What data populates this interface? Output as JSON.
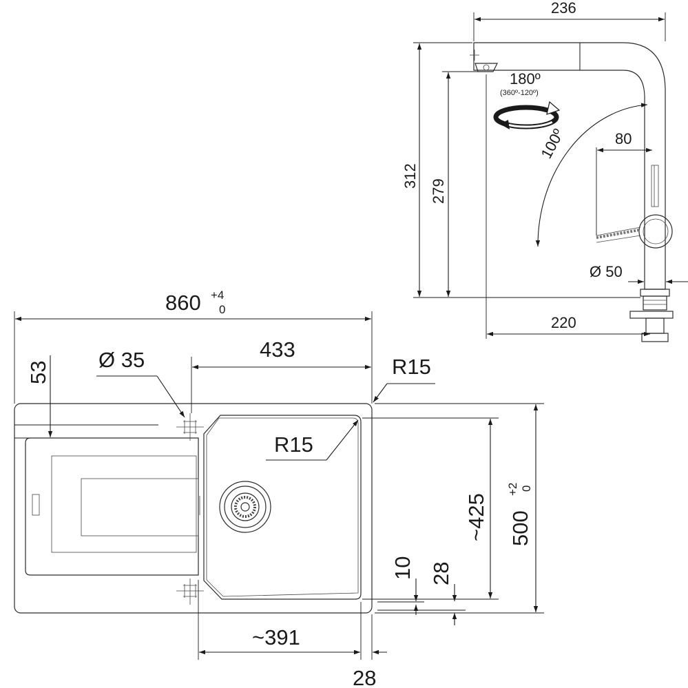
{
  "sink": {
    "overall_width": "860",
    "overall_width_tol_upper": "+4",
    "overall_width_tol_lower": "0",
    "bowl_width": "433",
    "tap_hole_diameter": "Ø 35",
    "top_offset": "53",
    "outer_radius": "R15",
    "bowl_radius": "R15",
    "bowl_depth": "~425",
    "overall_depth": "500",
    "overall_depth_tol_upper": "+2",
    "overall_depth_tol_lower": "0",
    "bottom_offset_a": "10",
    "bottom_offset_b": "28",
    "bowl_bottom_width": "~391",
    "side_offset": "28"
  },
  "tap": {
    "reach_top": "236",
    "total_height": "312",
    "spout_height": "279",
    "swivel_angle": "180º",
    "swivel_range": "(360º-120º)",
    "pullout_angle": "100º",
    "handle_offset": "80",
    "base_diameter": "Ø 50",
    "reach_bottom": "220"
  }
}
